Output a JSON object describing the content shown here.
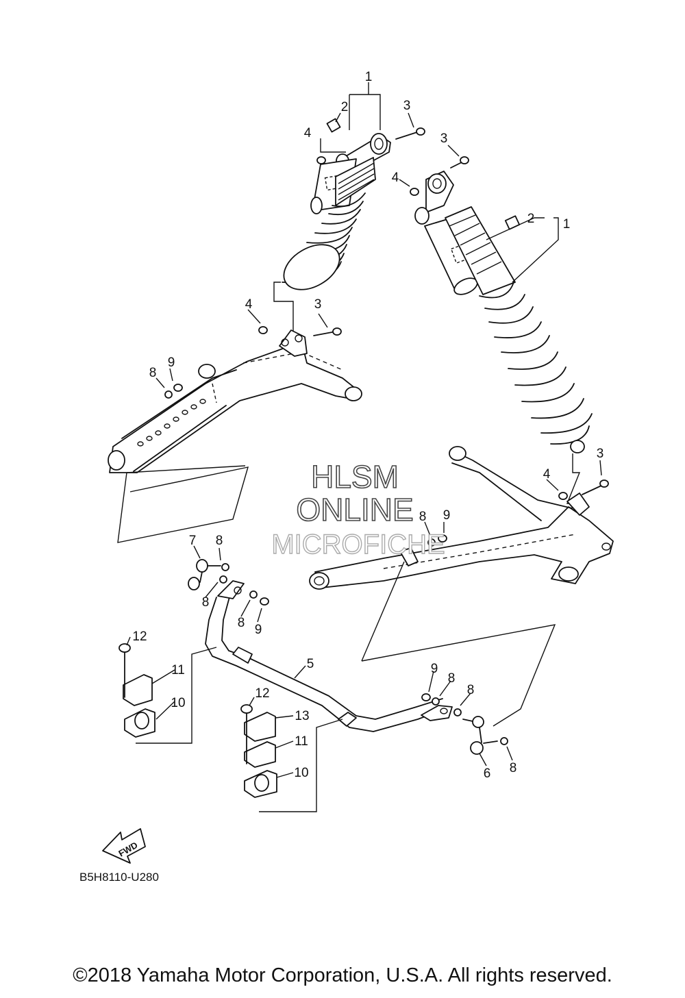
{
  "diagram": {
    "callouts": [
      {
        "id": "c1a",
        "text": "1"
      },
      {
        "id": "c2a",
        "text": "2"
      },
      {
        "id": "c3a",
        "text": "3"
      },
      {
        "id": "c4a",
        "text": "4"
      },
      {
        "id": "c3b",
        "text": "3"
      },
      {
        "id": "c4b",
        "text": "4"
      },
      {
        "id": "c2b",
        "text": "2"
      },
      {
        "id": "c1b",
        "text": "1"
      },
      {
        "id": "c4c",
        "text": "4"
      },
      {
        "id": "c3c",
        "text": "3"
      },
      {
        "id": "c9a",
        "text": "9"
      },
      {
        "id": "c8a",
        "text": "8"
      },
      {
        "id": "c3d",
        "text": "3"
      },
      {
        "id": "c4d",
        "text": "4"
      },
      {
        "id": "c8b",
        "text": "8"
      },
      {
        "id": "c9b",
        "text": "9"
      },
      {
        "id": "c7",
        "text": "7"
      },
      {
        "id": "c8c",
        "text": "8"
      },
      {
        "id": "c8d",
        "text": "8"
      },
      {
        "id": "c8e",
        "text": "8"
      },
      {
        "id": "c9c",
        "text": "9"
      },
      {
        "id": "c12a",
        "text": "12"
      },
      {
        "id": "c11a",
        "text": "11"
      },
      {
        "id": "c10a",
        "text": "10"
      },
      {
        "id": "c5",
        "text": "5"
      },
      {
        "id": "c9d",
        "text": "9"
      },
      {
        "id": "c8f",
        "text": "8"
      },
      {
        "id": "c8g",
        "text": "8"
      },
      {
        "id": "c12b",
        "text": "12"
      },
      {
        "id": "c13",
        "text": "13"
      },
      {
        "id": "c11b",
        "text": "11"
      },
      {
        "id": "c10b",
        "text": "10"
      },
      {
        "id": "c6",
        "text": "6"
      },
      {
        "id": "c8h",
        "text": "8"
      }
    ],
    "watermark": {
      "line1": "HLSM",
      "line2": "ONLINE",
      "line3": "MICROFICHE"
    },
    "fwd_label": "FWD",
    "drawing_code": "B5H8110-U280"
  },
  "footer": {
    "copyright": "©2018 Yamaha Motor Corporation, U.S.A. All rights reserved."
  }
}
